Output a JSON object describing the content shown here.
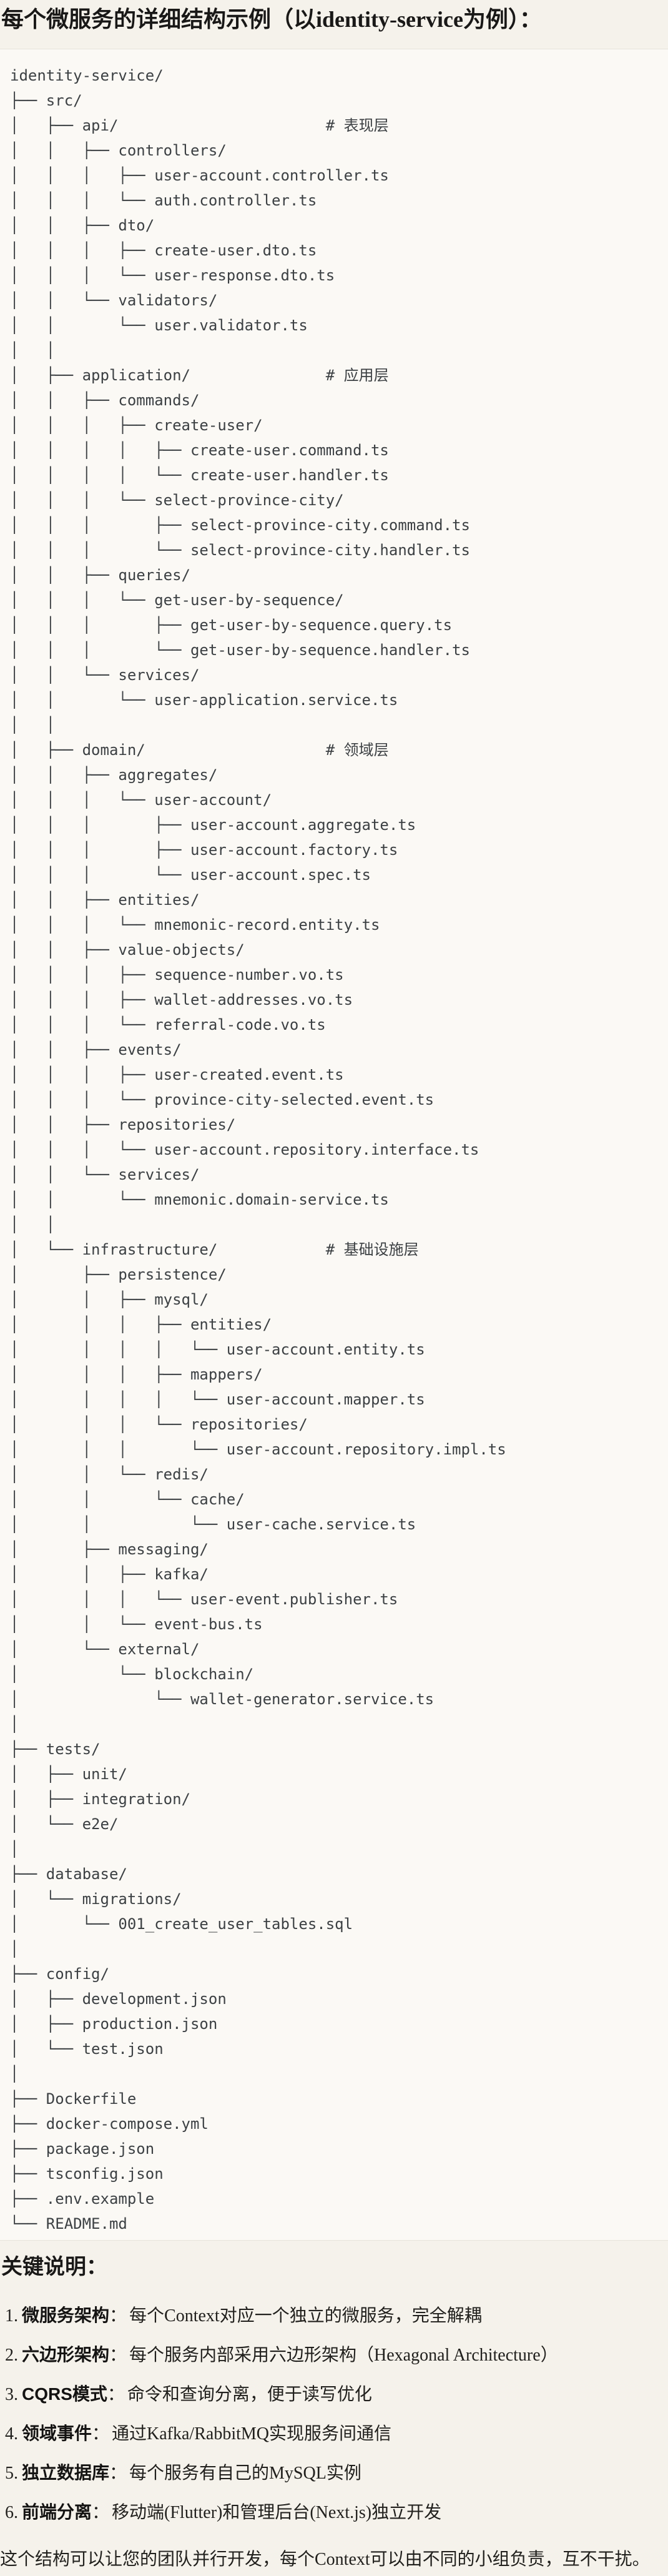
{
  "title": "每个微服务的详细结构示例（以identity-service为例）：",
  "tree_lines": [
    "identity-service/",
    "├── src/",
    "│   ├── api/                       # 表现层",
    "│   │   ├── controllers/",
    "│   │   │   ├── user-account.controller.ts",
    "│   │   │   └── auth.controller.ts",
    "│   │   ├── dto/",
    "│   │   │   ├── create-user.dto.ts",
    "│   │   │   └── user-response.dto.ts",
    "│   │   └── validators/",
    "│   │       └── user.validator.ts",
    "│   │",
    "│   ├── application/               # 应用层",
    "│   │   ├── commands/",
    "│   │   │   ├── create-user/",
    "│   │   │   │   ├── create-user.command.ts",
    "│   │   │   │   └── create-user.handler.ts",
    "│   │   │   └── select-province-city/",
    "│   │   │       ├── select-province-city.command.ts",
    "│   │   │       └── select-province-city.handler.ts",
    "│   │   ├── queries/",
    "│   │   │   └── get-user-by-sequence/",
    "│   │   │       ├── get-user-by-sequence.query.ts",
    "│   │   │       └── get-user-by-sequence.handler.ts",
    "│   │   └── services/",
    "│   │       └── user-application.service.ts",
    "│   │",
    "│   ├── domain/                    # 领域层",
    "│   │   ├── aggregates/",
    "│   │   │   └── user-account/",
    "│   │   │       ├── user-account.aggregate.ts",
    "│   │   │       ├── user-account.factory.ts",
    "│   │   │       └── user-account.spec.ts",
    "│   │   ├── entities/",
    "│   │   │   └── mnemonic-record.entity.ts",
    "│   │   ├── value-objects/",
    "│   │   │   ├── sequence-number.vo.ts",
    "│   │   │   ├── wallet-addresses.vo.ts",
    "│   │   │   └── referral-code.vo.ts",
    "│   │   ├── events/",
    "│   │   │   ├── user-created.event.ts",
    "│   │   │   └── province-city-selected.event.ts",
    "│   │   ├── repositories/",
    "│   │   │   └── user-account.repository.interface.ts",
    "│   │   └── services/",
    "│   │       └── mnemonic.domain-service.ts",
    "│   │",
    "│   └── infrastructure/            # 基础设施层",
    "│       ├── persistence/",
    "│       │   ├── mysql/",
    "│       │   │   ├── entities/",
    "│       │   │   │   └── user-account.entity.ts",
    "│       │   │   ├── mappers/",
    "│       │   │   │   └── user-account.mapper.ts",
    "│       │   │   └── repositories/",
    "│       │   │       └── user-account.repository.impl.ts",
    "│       │   └── redis/",
    "│       │       └── cache/",
    "│       │           └── user-cache.service.ts",
    "│       ├── messaging/",
    "│       │   ├── kafka/",
    "│       │   │   └── user-event.publisher.ts",
    "│       │   └── event-bus.ts",
    "│       └── external/",
    "│           └── blockchain/",
    "│               └── wallet-generator.service.ts",
    "│",
    "├── tests/",
    "│   ├── unit/",
    "│   ├── integration/",
    "│   └── e2e/",
    "│",
    "├── database/",
    "│   └── migrations/",
    "│       └── 001_create_user_tables.sql",
    "│",
    "├── config/",
    "│   ├── development.json",
    "│   ├── production.json",
    "│   └── test.json",
    "│",
    "├── Dockerfile",
    "├── docker-compose.yml",
    "├── package.json",
    "├── tsconfig.json",
    "├── .env.example",
    "└── README.md"
  ],
  "notes": {
    "heading": "关键说明：",
    "colon": "：",
    "items": [
      {
        "num": "1.",
        "label": "微服务架构",
        "desc": "每个Context对应一个独立的微服务，完全解耦"
      },
      {
        "num": "2.",
        "label": "六边形架构",
        "desc": "每个服务内部采用六边形架构（Hexagonal Architecture）"
      },
      {
        "num": "3.",
        "label": "CQRS模式",
        "desc": "命令和查询分离，便于读写优化"
      },
      {
        "num": "4.",
        "label": "领域事件",
        "desc": "通过Kafka/RabbitMQ实现服务间通信"
      },
      {
        "num": "5.",
        "label": "独立数据库",
        "desc": "每个服务有自己的MySQL实例"
      },
      {
        "num": "6.",
        "label": "前端分离",
        "desc": "移动端(Flutter)和管理后台(Next.js)独立开发"
      }
    ],
    "footer": "这个结构可以让您的团队并行开发，每个Context可以由不同的小组负责，互不干扰。"
  }
}
